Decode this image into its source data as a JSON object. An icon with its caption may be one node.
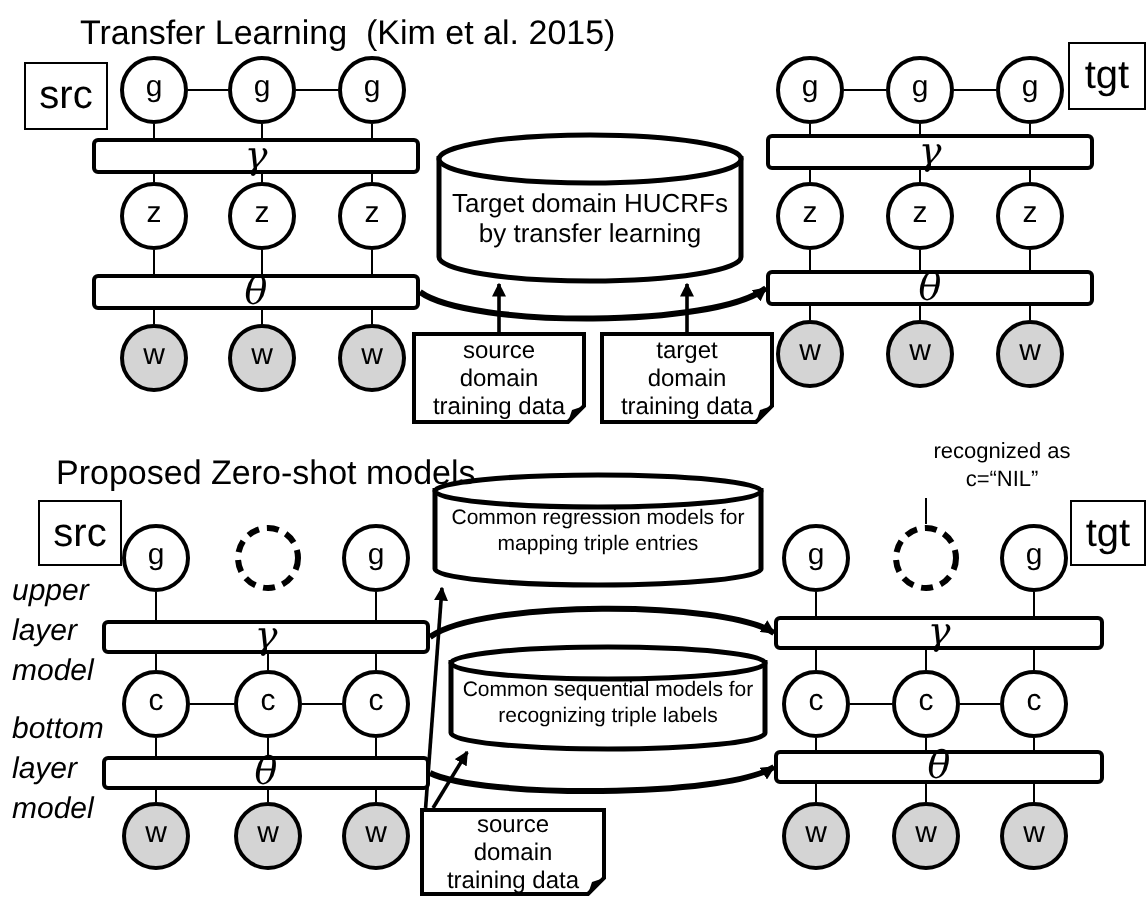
{
  "diagram": {
    "nodes": [
      {
        "text": [
          "src"
        ]
      },
      {
        "text": [
          "g"
        ]
      },
      {
        "text": [
          "g"
        ]
      },
      {
        "text": [
          "g"
        ]
      },
      {
        "text": [
          "γ"
        ]
      },
      {
        "text": [
          "z"
        ]
      },
      {
        "text": [
          "z"
        ]
      },
      {
        "text": [
          "z"
        ]
      },
      {
        "text": [
          "θ"
        ]
      },
      {
        "text": [
          "w"
        ]
      },
      {
        "text": [
          "w"
        ]
      },
      {
        "text": [
          "w"
        ]
      },
      {
        "text": [
          "Target domain HUCRFs by transfer learning"
        ]
      },
      {
        "text": [
          "source domain training data"
        ]
      },
      {
        "text": [
          "target domain training data"
        ]
      },
      {
        "text": [
          "tgt"
        ]
      },
      {
        "text": [
          "g"
        ]
      },
      {
        "text": [
          "g"
        ]
      },
      {
        "text": [
          "g"
        ]
      },
      {
        "text": [
          "γ"
        ]
      },
      {
        "text": [
          "z"
        ]
      },
      {
        "text": [
          "z"
        ]
      },
      {
        "text": [
          "z"
        ]
      },
      {
        "text": [
          "θ"
        ]
      },
      {
        "text": [
          "w"
        ]
      },
      {
        "text": [
          "w"
        ]
      },
      {
        "text": [
          "w"
        ]
      },
      {
        "text": [
          "src"
        ]
      },
      {
        "text": [
          "g"
        ]
      },
      {
        "text": [],
        "shape": "circle"
      },
      {
        "text": [
          "g"
        ]
      },
      {
        "text": [
          "γ"
        ]
      },
      {
        "text": [
          "c"
        ]
      },
      {
        "text": [
          "c"
        ]
      },
      {
        "text": [
          "c"
        ]
      },
      {
        "text": [
          "θ"
        ]
      },
      {
        "text": [
          "w"
        ]
      },
      {
        "text": [
          "w"
        ]
      },
      {
        "text": [
          "w"
        ]
      },
      {
        "text": [
          "Common regression models for mapping triple entries"
        ]
      },
      {
        "text": [
          "Common sequential models for recognizing triple labels"
        ]
      },
      {
        "text": [
          "source domain training data"
        ]
      },
      {
        "text": [
          "tgt"
        ]
      },
      {
        "text": [
          "g"
        ]
      },
      {
        "text": [],
        "shape": "circle"
      },
      {
        "text": [
          "g"
        ]
      },
      {
        "text": [
          "γ"
        ]
      },
      {
        "text": [
          "c"
        ]
      },
      {
        "text": [
          "c"
        ]
      },
      {
        "text": [
          "c"
        ]
      },
      {
        "text": [
          "θ"
        ]
      },
      {
        "text": [
          "w"
        ]
      },
      {
        "text": [
          "w"
        ]
      },
      {
        "text": [
          "w"
        ]
      },
      {
        "text": [
          "recognized as c=“NIL”"
        ]
      }
    ],
    "edges": [
      {
        "from": 1,
        "to": 2,
        "arrow": "none"
      },
      {
        "from": 2,
        "to": 3,
        "arrow": "none"
      },
      {
        "from": 1,
        "to": 4,
        "arrow": "none"
      },
      {
        "from": 2,
        "to": 4,
        "arrow": "none"
      },
      {
        "from": 3,
        "to": 4,
        "arrow": "none"
      },
      {
        "from": 4,
        "to": 5,
        "arrow": "none"
      },
      {
        "from": 4,
        "to": 6,
        "arrow": "none"
      },
      {
        "from": 4,
        "to": 7,
        "arrow": "none"
      },
      {
        "from": 5,
        "to": 8,
        "arrow": "none"
      },
      {
        "from": 6,
        "to": 8,
        "arrow": "none"
      },
      {
        "from": 7,
        "to": 8,
        "arrow": "none"
      },
      {
        "from": 8,
        "to": 9,
        "arrow": "none"
      },
      {
        "from": 8,
        "to": 10,
        "arrow": "none"
      },
      {
        "from": 8,
        "to": 11,
        "arrow": "none"
      },
      {
        "from": 16,
        "to": 17,
        "arrow": "none"
      },
      {
        "from": 17,
        "to": 18,
        "arrow": "none"
      },
      {
        "from": 16,
        "to": 19,
        "arrow": "none"
      },
      {
        "from": 17,
        "to": 19,
        "arrow": "none"
      },
      {
        "from": 18,
        "to": 19,
        "arrow": "none"
      },
      {
        "from": 19,
        "to": 20,
        "arrow": "none"
      },
      {
        "from": 19,
        "to": 21,
        "arrow": "none"
      },
      {
        "from": 19,
        "to": 22,
        "arrow": "none"
      },
      {
        "from": 20,
        "to": 23,
        "arrow": "none"
      },
      {
        "from": 21,
        "to": 23,
        "arrow": "none"
      },
      {
        "from": 22,
        "to": 23,
        "arrow": "none"
      },
      {
        "from": 23,
        "to": 24,
        "arrow": "none"
      },
      {
        "from": 23,
        "to": 25,
        "arrow": "none"
      },
      {
        "from": 23,
        "to": 26,
        "arrow": "none"
      },
      {
        "from": 13,
        "to": 12,
        "arrow": "to"
      },
      {
        "from": 14,
        "to": 12,
        "arrow": "to"
      },
      {
        "from": 8,
        "to": 23,
        "arrow": "to",
        "style": "thick"
      },
      {
        "from": 28,
        "to": 31,
        "arrow": "none"
      },
      {
        "from": 30,
        "to": 31,
        "arrow": "none"
      },
      {
        "from": 31,
        "to": 32,
        "arrow": "none"
      },
      {
        "from": 31,
        "to": 33,
        "arrow": "none"
      },
      {
        "from": 31,
        "to": 34,
        "arrow": "none"
      },
      {
        "from": 32,
        "to": 33,
        "arrow": "none"
      },
      {
        "from": 33,
        "to": 34,
        "arrow": "none"
      },
      {
        "from": 32,
        "to": 35,
        "arrow": "none"
      },
      {
        "from": 33,
        "to": 35,
        "arrow": "none"
      },
      {
        "from": 34,
        "to": 35,
        "arrow": "none"
      },
      {
        "from": 35,
        "to": 36,
        "arrow": "none"
      },
      {
        "from": 35,
        "to": 37,
        "arrow": "none"
      },
      {
        "from": 35,
        "to": 38,
        "arrow": "none"
      },
      {
        "from": 43,
        "to": 46,
        "arrow": "none"
      },
      {
        "from": 45,
        "to": 46,
        "arrow": "none"
      },
      {
        "from": 46,
        "to": 47,
        "arrow": "none"
      },
      {
        "from": 46,
        "to": 48,
        "arrow": "none"
      },
      {
        "from": 46,
        "to": 49,
        "arrow": "none"
      },
      {
        "from": 47,
        "to": 48,
        "arrow": "none"
      },
      {
        "from": 48,
        "to": 49,
        "arrow": "none"
      },
      {
        "from": 47,
        "to": 50,
        "arrow": "none"
      },
      {
        "from": 48,
        "to": 50,
        "arrow": "none"
      },
      {
        "from": 49,
        "to": 50,
        "arrow": "none"
      },
      {
        "from": 50,
        "to": 51,
        "arrow": "none"
      },
      {
        "from": 50,
        "to": 52,
        "arrow": "none"
      },
      {
        "from": 50,
        "to": 53,
        "arrow": "none"
      },
      {
        "from": 41,
        "to": 39,
        "arrow": "to"
      },
      {
        "from": 41,
        "to": 40,
        "arrow": "to"
      },
      {
        "from": 31,
        "to": 46,
        "arrow": "to",
        "style": "thick"
      },
      {
        "from": 35,
        "to": 50,
        "arrow": "to",
        "style": "thick"
      },
      {
        "from": 54,
        "to": 44,
        "arrow": "none"
      }
    ],
    "labels": [
      "Transfer Learning  (Kim et al. 2015)",
      "Proposed Zero-shot models",
      "upper layer model",
      "bottom layer model"
    ]
  }
}
